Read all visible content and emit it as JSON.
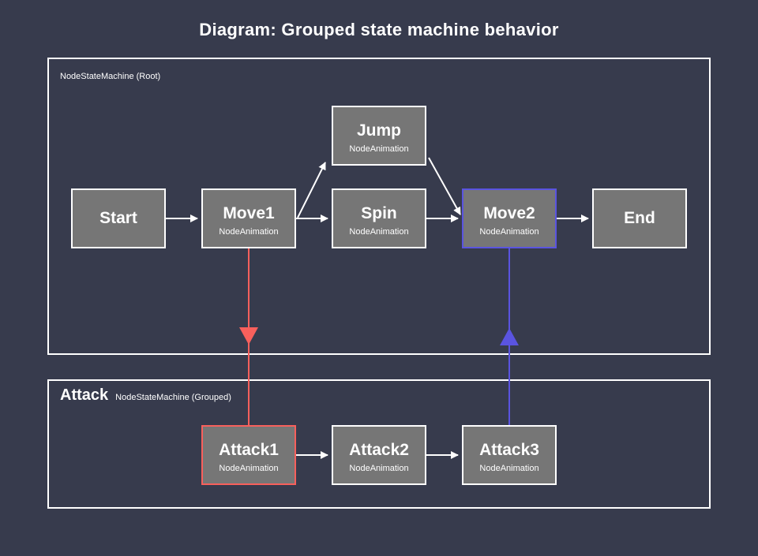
{
  "title": "Diagram: Grouped state machine behavior",
  "colors": {
    "background": "#373b4d",
    "node_fill": "#767676",
    "edge_default": "#ffffff",
    "accent_blue": "#5a54e0",
    "accent_red": "#f8605c",
    "border_default": "#ffffff"
  },
  "containers": {
    "root": {
      "label": "NodeStateMachine (Root)"
    },
    "attack": {
      "title": "Attack",
      "label": "NodeStateMachine (Grouped)"
    }
  },
  "nodes": [
    {
      "id": "start",
      "title": "Start",
      "subtitle": "",
      "accent": "default"
    },
    {
      "id": "move1",
      "title": "Move1",
      "subtitle": "NodeAnimation",
      "accent": "default"
    },
    {
      "id": "jump",
      "title": "Jump",
      "subtitle": "NodeAnimation",
      "accent": "default"
    },
    {
      "id": "spin",
      "title": "Spin",
      "subtitle": "NodeAnimation",
      "accent": "default"
    },
    {
      "id": "move2",
      "title": "Move2",
      "subtitle": "NodeAnimation",
      "accent": "blue"
    },
    {
      "id": "end",
      "title": "End",
      "subtitle": "",
      "accent": "default"
    },
    {
      "id": "attack1",
      "title": "Attack1",
      "subtitle": "NodeAnimation",
      "accent": "red"
    },
    {
      "id": "attack2",
      "title": "Attack2",
      "subtitle": "NodeAnimation",
      "accent": "default"
    },
    {
      "id": "attack3",
      "title": "Attack3",
      "subtitle": "NodeAnimation",
      "accent": "default"
    }
  ],
  "edges": [
    {
      "from": "start",
      "to": "move1",
      "color": "#ffffff",
      "kind": "straight"
    },
    {
      "from": "move1",
      "to": "jump",
      "color": "#ffffff",
      "kind": "diagonal"
    },
    {
      "from": "move1",
      "to": "spin",
      "color": "#ffffff",
      "kind": "straight"
    },
    {
      "from": "jump",
      "to": "move2",
      "color": "#ffffff",
      "kind": "diagonal"
    },
    {
      "from": "spin",
      "to": "move2",
      "color": "#ffffff",
      "kind": "straight"
    },
    {
      "from": "move2",
      "to": "end",
      "color": "#ffffff",
      "kind": "straight"
    },
    {
      "from": "move1",
      "to": "attack1",
      "color": "#f8605c",
      "kind": "vertical-down"
    },
    {
      "from": "attack1",
      "to": "attack2",
      "color": "#ffffff",
      "kind": "straight"
    },
    {
      "from": "attack2",
      "to": "attack3",
      "color": "#ffffff",
      "kind": "straight"
    },
    {
      "from": "attack3",
      "to": "move2",
      "color": "#5a54e0",
      "kind": "vertical-up"
    }
  ]
}
